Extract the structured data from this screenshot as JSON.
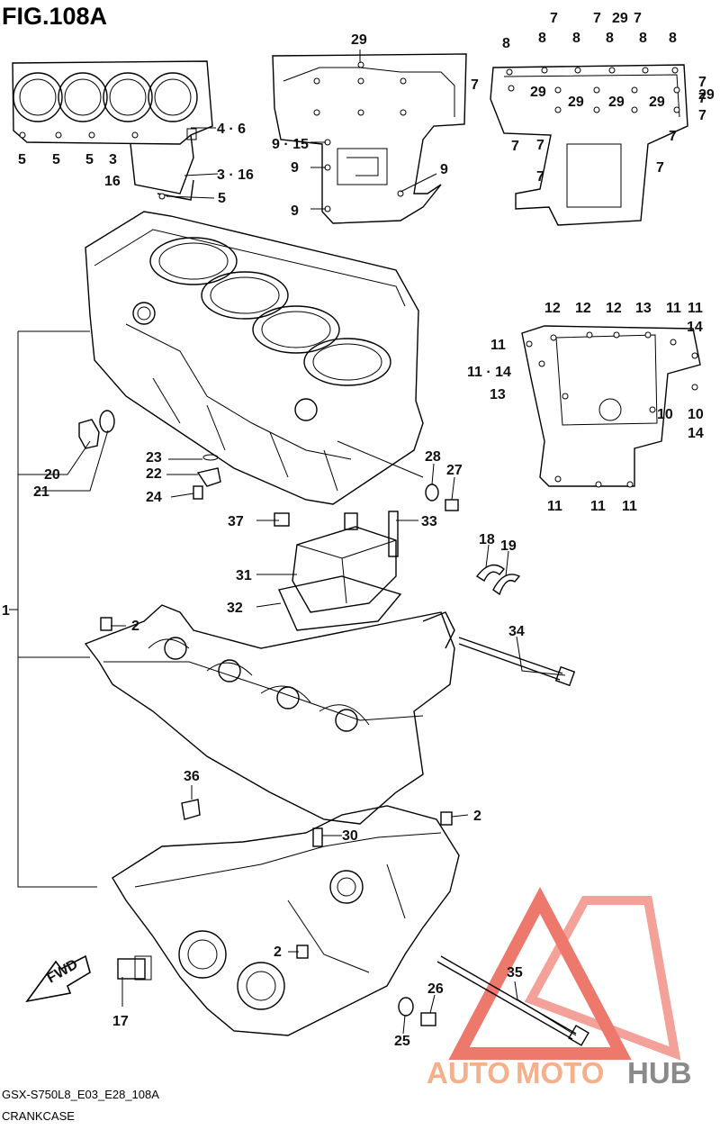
{
  "figure": {
    "title": "FIG.108A",
    "model_code": "GSX-S750L8_E03_E28_108A",
    "caption": "CRANKCASE",
    "fwd_label": "FWD"
  },
  "watermark": {
    "part1": "AUTO",
    "part2": "MOTO",
    "part3": "HUB",
    "colors": {
      "auto": "#f4b08a",
      "moto": "#f4b08a",
      "hub": "#8a8a8a",
      "logo": "#e74c3c"
    }
  },
  "callouts": {
    "c1": "1",
    "c2a": "2",
    "c2b": "2",
    "c2c": "2",
    "c3a": "3",
    "c3_16": "3 · 16",
    "c4_6": "4 · 6",
    "c5a": "5",
    "c5b": "5",
    "c5c": "5",
    "c5d": "5",
    "c7a": "7",
    "c7b": "7",
    "c7c": "7",
    "c7d": "7",
    "c7e": "7",
    "c7f": "7",
    "c7g": "7",
    "c7h": "7",
    "c7i": "7",
    "c7j": "7",
    "c7k": "7",
    "c7l": "7",
    "c8a": "8",
    "c8b": "8",
    "c8c": "8",
    "c8d": "8",
    "c8e": "8",
    "c8f": "8",
    "c9_15": "9 · 15",
    "c9a": "9",
    "c9b": "9",
    "c9c": "9",
    "c10a": "10",
    "c10b": "10",
    "c11a": "11",
    "c11b": "11",
    "c11c": "11",
    "c11d": "11",
    "c11e": "11",
    "c11f": "11",
    "c11_14": "11 · 14",
    "c12a": "12",
    "c12b": "12",
    "c12c": "12",
    "c13a": "13",
    "c13b": "13",
    "c14a": "14",
    "c14b": "14",
    "c16": "16",
    "c17": "17",
    "c18": "18",
    "c19": "19",
    "c20": "20",
    "c21": "21",
    "c22": "22",
    "c23": "23",
    "c24": "24",
    "c25": "25",
    "c26": "26",
    "c27": "27",
    "c28": "28",
    "c29a": "29",
    "c29b": "29",
    "c29c": "29",
    "c29d": "29",
    "c29e": "29",
    "c29f": "29",
    "c29g": "29",
    "c30": "30",
    "c31": "31",
    "c32": "32",
    "c33": "33",
    "c34": "34",
    "c35": "35",
    "c36": "36",
    "c37": "37"
  }
}
